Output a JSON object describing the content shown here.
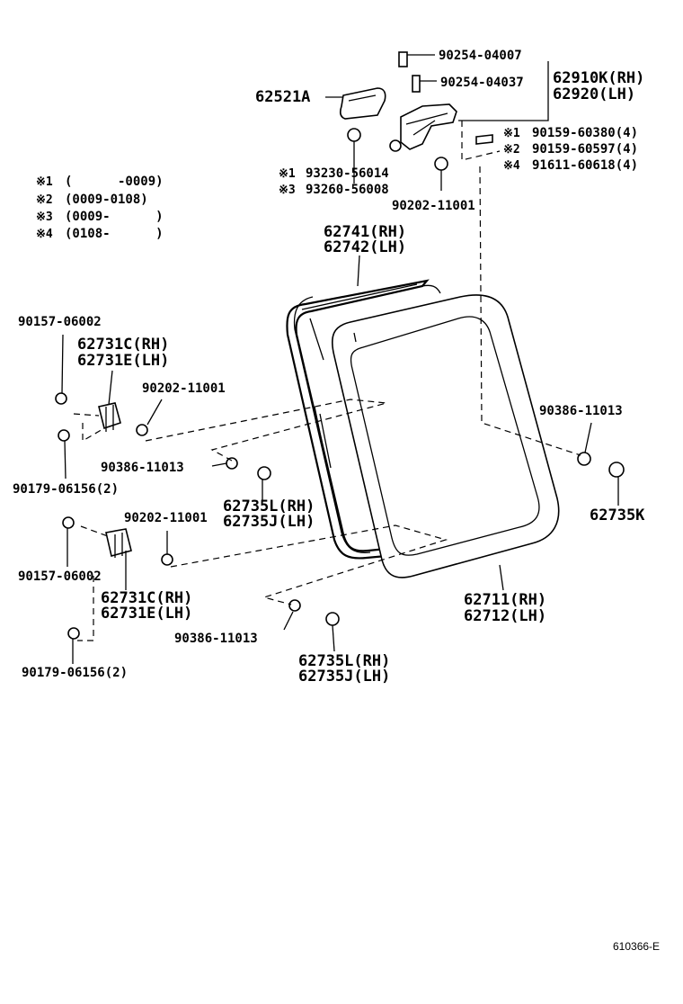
{
  "labels": {
    "p90254_04007": "90254-04007",
    "p90254_04037": "90254-04037",
    "p62910k": "62910K(RH)",
    "p62920": "62920(LH)",
    "p62521a": "62521A",
    "s1_90159_60380": "90159-60380(4)",
    "s2_90159_60597": "90159-60597(4)",
    "s4_91611_60618": "91611-60618(4)",
    "s1_93230_56014": "93230-56014",
    "s3_93260_56008": "93260-56008",
    "p90202_11001_top": "90202-11001",
    "p62741": "62741(RH)",
    "p62742": "62742(LH)",
    "p90157_06002_a": "90157-06002",
    "p62731c_a": "62731C(RH)",
    "p62731e_a": "62731E(LH)",
    "p90202_11001_mid": "90202-11001",
    "p90386_11013_right": "90386-11013",
    "p90386_11013_mid": "90386-11013",
    "p90179_06156_a": "90179-06156(2)",
    "p62735k": "62735K",
    "p62735l_a": "62735L(RH)",
    "p62735j_a": "62735J(LH)",
    "p90202_11001_low": "90202-11001",
    "p90157_06002_b": "90157-06002",
    "p62731c_b": "62731C(RH)",
    "p62731e_b": "62731E(LH)",
    "p62711": "62711(RH)",
    "p62712": "62712(LH)",
    "p90386_11013_low": "90386-11013",
    "p90179_06156_b": "90179-06156(2)",
    "p62735l_b": "62735L(RH)",
    "p62735j_b": "62735J(LH)"
  },
  "marks": {
    "m1": "※1",
    "m2": "※2",
    "m3": "※3",
    "m4": "※4"
  },
  "legend": {
    "r1_mark": "※1",
    "r1_text": "(      -0009)",
    "r2_mark": "※2",
    "r2_text": "(0009-0108)",
    "r3_mark": "※3",
    "r3_text": "(0009-      )",
    "r4_mark": "※4",
    "r4_text": "(0108-      )"
  },
  "footer": {
    "code": "610366-E"
  }
}
